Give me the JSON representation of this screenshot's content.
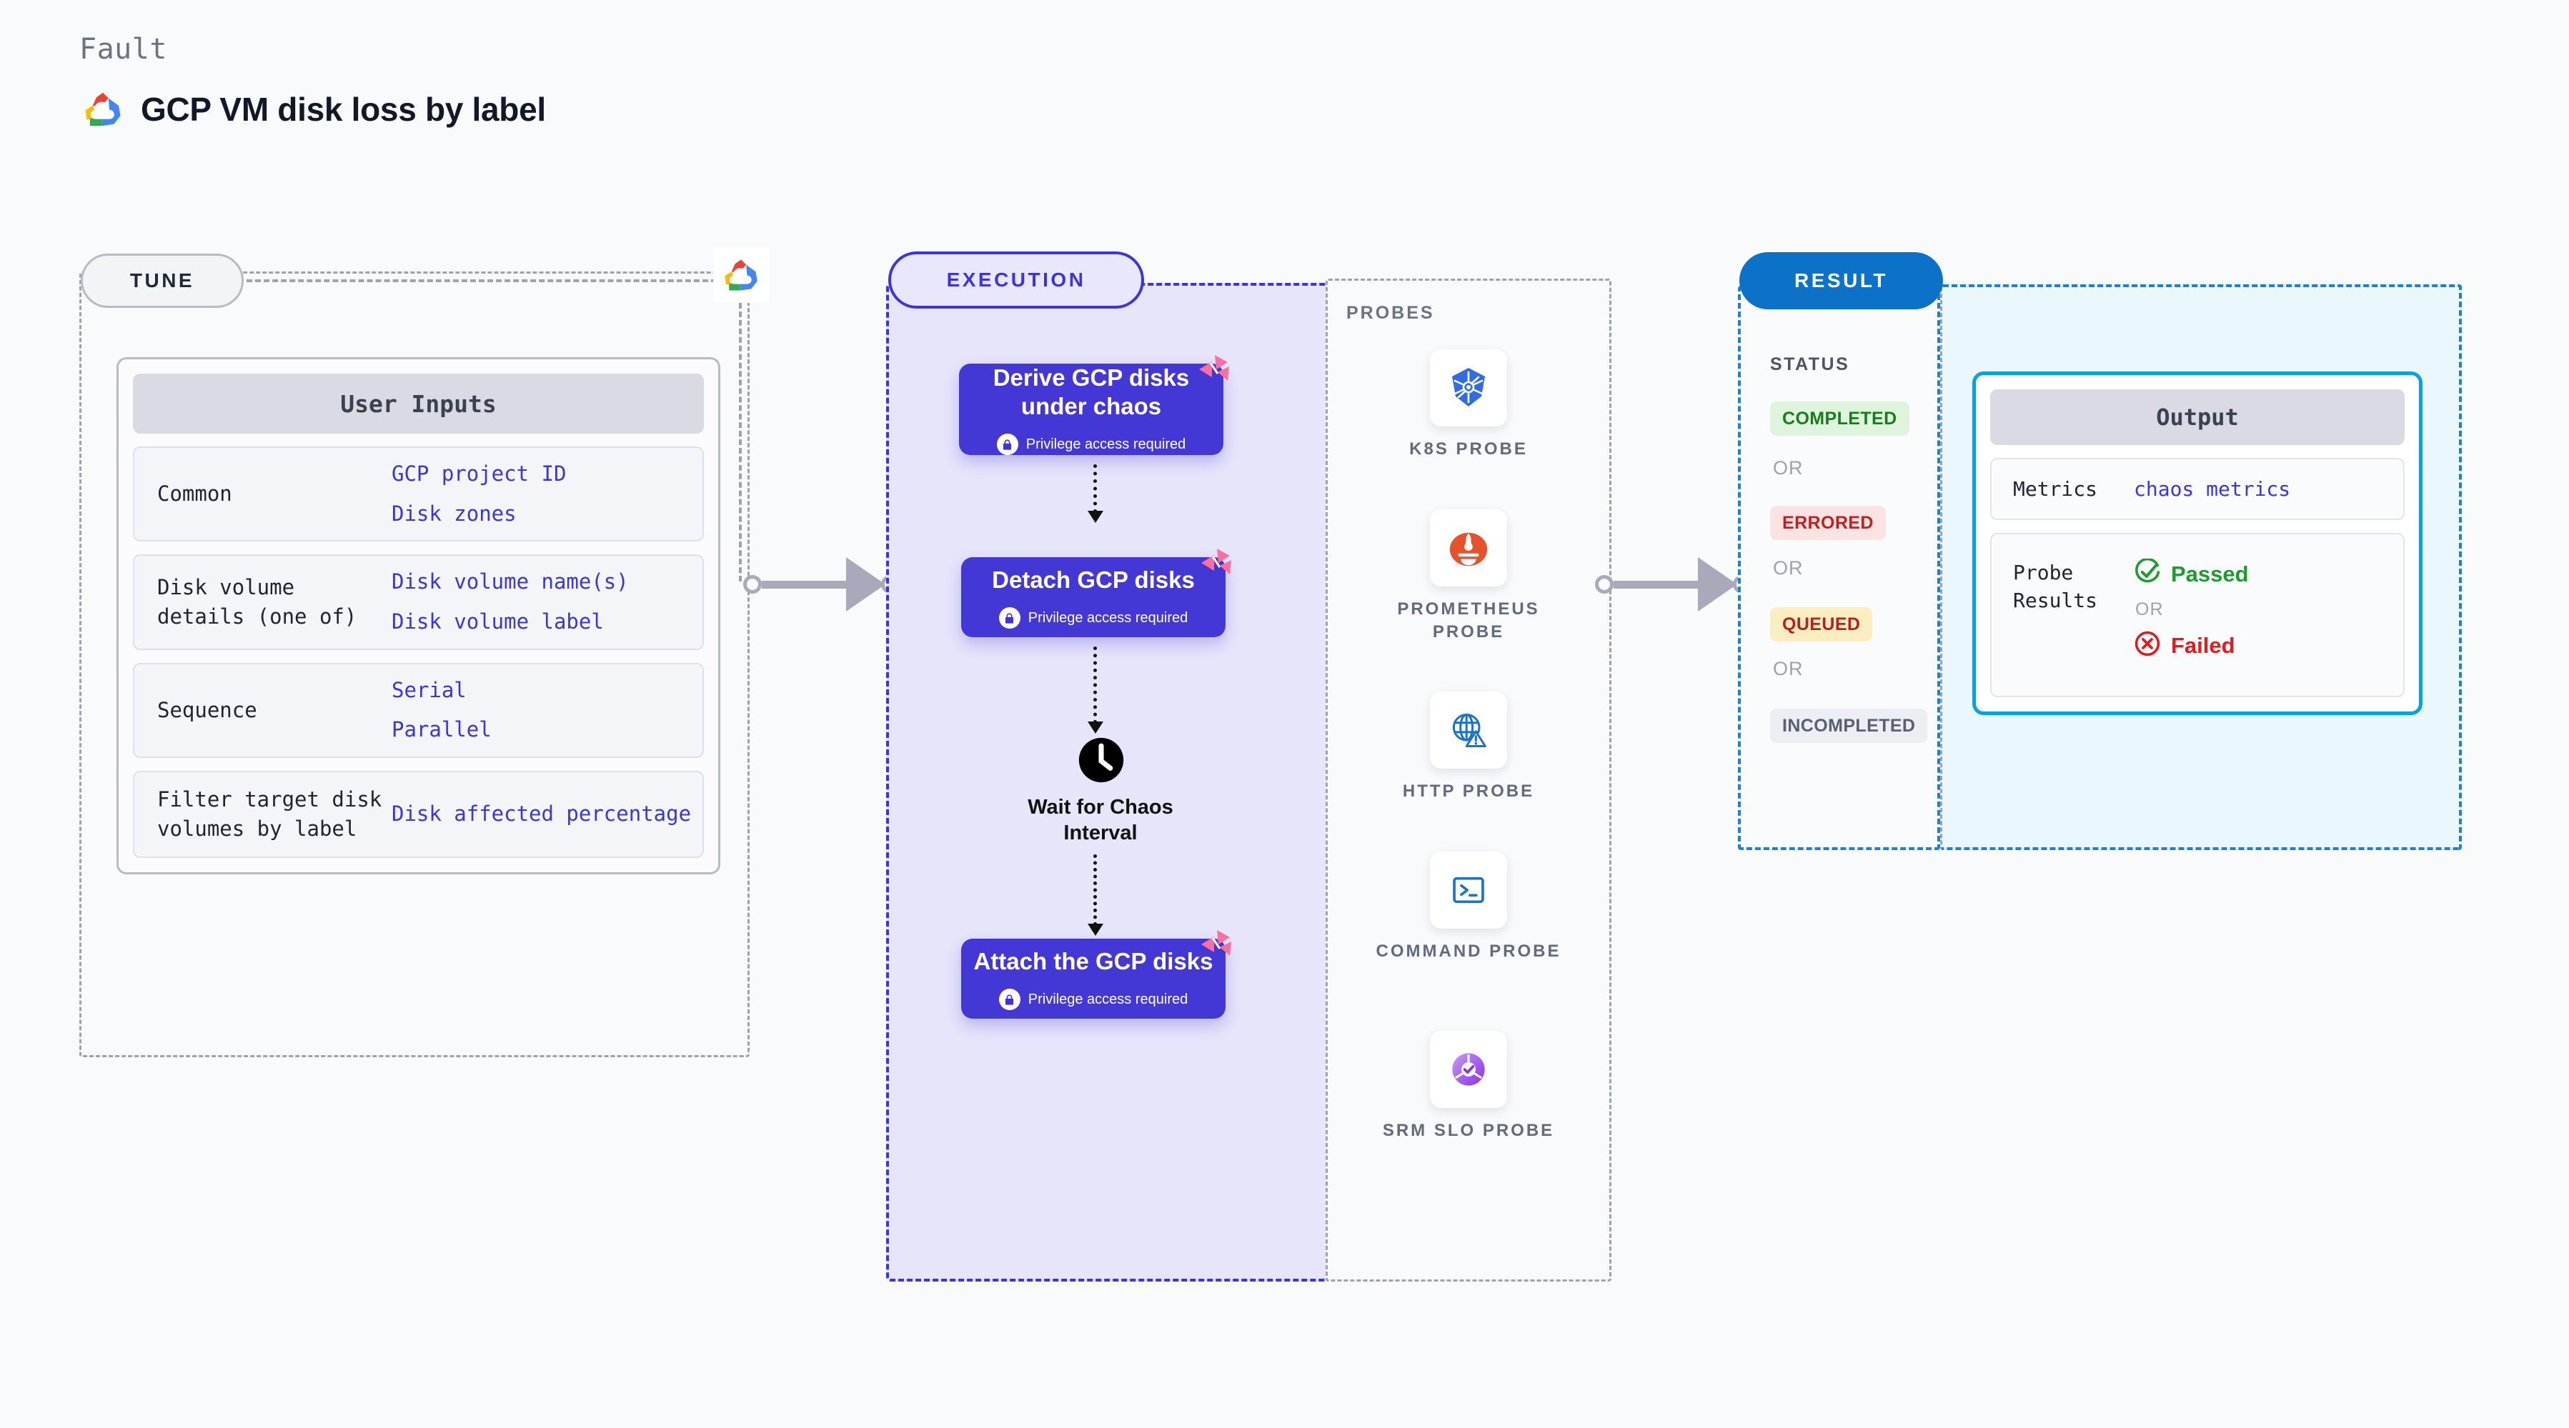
{
  "header": {
    "kicker": "Fault",
    "title": "GCP VM disk loss by label",
    "logo_icon": "gcp-logo-icon"
  },
  "tune": {
    "badge": "TUNE",
    "logo_icon": "gcp-logo-icon",
    "card_title": "User Inputs",
    "rows": [
      {
        "label": "Common",
        "values": [
          "GCP project ID",
          "Disk zones"
        ]
      },
      {
        "label": "Disk volume details (one of)",
        "values": [
          "Disk volume name(s)",
          "Disk volume label"
        ]
      },
      {
        "label": "Sequence",
        "values": [
          "Serial",
          "Parallel"
        ]
      },
      {
        "label": "Filter target disk volumes by label",
        "values": [
          "Disk affected percentage"
        ]
      }
    ]
  },
  "execution": {
    "badge": "EXECUTION",
    "privilege_text": "Privilege access required",
    "nodes": [
      {
        "title": "Derive GCP disks under chaos",
        "privileged": true,
        "chaos": true
      },
      {
        "title": "Detach GCP disks",
        "privileged": true,
        "chaos": true
      },
      {
        "title": "Attach the GCP disks",
        "privileged": true,
        "chaos": true
      }
    ],
    "wait_step": {
      "label": "Wait for Chaos Interval",
      "icon": "clock-icon"
    }
  },
  "probes": {
    "title": "PROBES",
    "items": [
      {
        "label": "K8S PROBE",
        "icon": "kubernetes-icon"
      },
      {
        "label": "PROMETHEUS PROBE",
        "icon": "prometheus-icon"
      },
      {
        "label": "HTTP PROBE",
        "icon": "globe-warning-icon"
      },
      {
        "label": "COMMAND PROBE",
        "icon": "terminal-icon"
      },
      {
        "label": "SRM SLO PROBE",
        "icon": "slo-donut-icon"
      }
    ]
  },
  "result": {
    "badge": "RESULT",
    "status_title": "STATUS",
    "or_label": "OR",
    "statuses": [
      {
        "label": "COMPLETED",
        "bg": "#dff4dc",
        "fg": "#1d7a21"
      },
      {
        "label": "ERRORED",
        "bg": "#fbe3e3",
        "fg": "#c0201f"
      },
      {
        "label": "QUEUED",
        "bg": "#fdeec2",
        "fg": "#b52020"
      },
      {
        "label": "INCOMPLETED",
        "bg": "#eceef3",
        "fg": "#5a6072"
      }
    ],
    "output": {
      "title": "Output",
      "metrics_label": "Metrics",
      "metrics_value": "chaos metrics",
      "probe_results_label": "Probe Results",
      "passed_label": "Passed",
      "failed_label": "Failed",
      "passed_color": "#1d9b2e",
      "failed_color": "#e01b1b"
    }
  },
  "colors": {
    "accent_indigo": "#3b34e0",
    "node_indigo": "#4338d6",
    "result_blue": "#0c72c8",
    "output_border": "#09a1e4",
    "chaos_pink": "#fb6fa0"
  }
}
